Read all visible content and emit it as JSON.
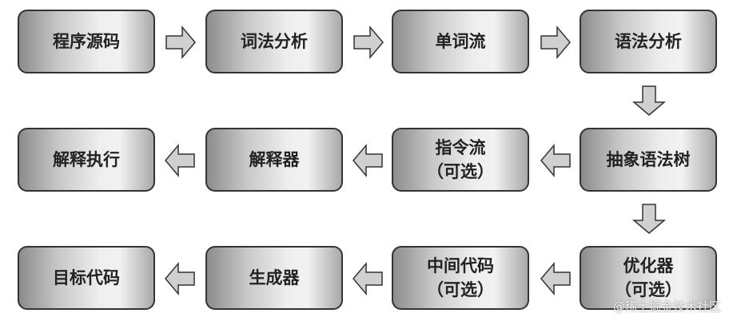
{
  "row1": [
    "程序源码",
    "词法分析",
    "单词流",
    "语法分析"
  ],
  "row2": {
    "b1": "解释执行",
    "b2": "解释器",
    "b3a": "指令流",
    "b3b": "（可选）",
    "b4": "抽象语法树"
  },
  "row3": {
    "b1": "目标代码",
    "b2": "生成器",
    "b3a": "中间代码",
    "b3b": "（可选）",
    "b4a": "优化器",
    "b4b": "（可选）"
  },
  "watermark": "@稀土掘金技术社区"
}
